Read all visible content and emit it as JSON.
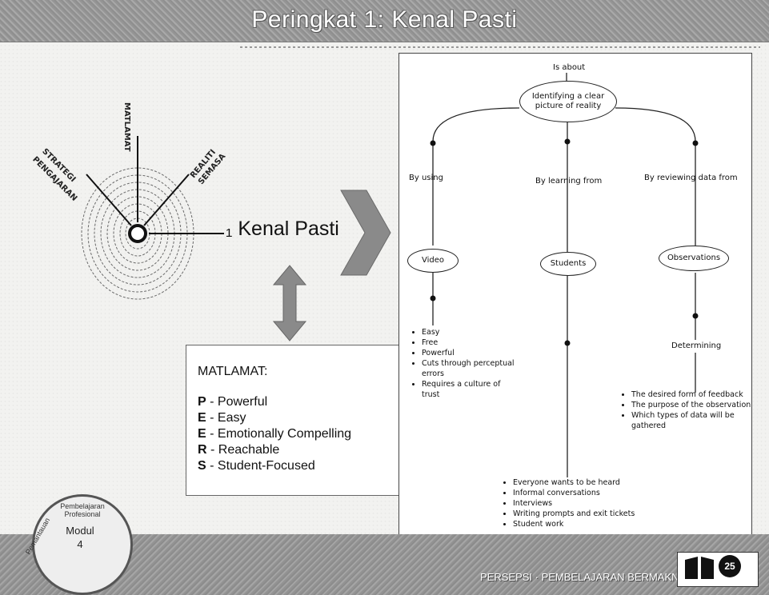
{
  "slide": {
    "title": "Peringkat 1: Kenal Pasti"
  },
  "diagram": {
    "ray_labels": {
      "matlamat": "MATLAMAT",
      "strategi": "STRATEGI",
      "pengajaran": "PENGAJARAN",
      "realiti": "REALITI",
      "semasa": "SEMASA"
    },
    "center_label": "₁ Kenal Pasti"
  },
  "matlamat_box": {
    "heading": "MATLAMAT:",
    "items": [
      {
        "letter": "P",
        "text": " - Powerful"
      },
      {
        "letter": "E",
        "text": " - Easy"
      },
      {
        "letter": "E",
        "text": " - Emotionally Compelling"
      },
      {
        "letter": "R",
        "text": " - Reachable"
      },
      {
        "letter": "S",
        "text": " - Student-Focused"
      }
    ]
  },
  "concept_map": {
    "top_label": "Is about",
    "root": "Identifying a clear picture of reality",
    "branches": [
      {
        "link": "By using",
        "node": "Video",
        "items": [
          "Easy",
          "Free",
          "Powerful",
          "Cuts through perceptual errors",
          "Requires a culture of trust"
        ]
      },
      {
        "link": "By learning from",
        "node": "Students",
        "items": [
          "Everyone wants to be heard",
          "Informal conversations",
          "Interviews",
          "Writing prompts and exit tickets",
          "Student work"
        ]
      },
      {
        "link": "By reviewing data from",
        "node": "Observations",
        "sub_link": "Determining",
        "items": [
          "The desired form of feedback",
          "The purpose of the observation",
          "Which types of data will be gathered"
        ]
      }
    ]
  },
  "badge": {
    "arc_text": "Pembelajaran Profesional",
    "arc_text_left": "Pemantauan",
    "label": "Modul",
    "number": "4"
  },
  "footer": {
    "text": "PERSEPSI · PEMBELAJARAN BERMAKNA",
    "logo_number": "25"
  },
  "colors": {
    "title_text": "#ffffff",
    "band": "#9a9a9a",
    "arrow": "#8a8a8a"
  }
}
